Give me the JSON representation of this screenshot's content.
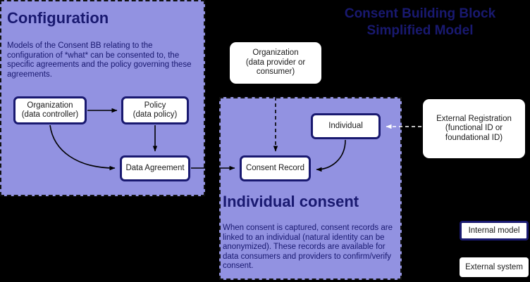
{
  "page": {
    "title_line_1": "Consent Building Block",
    "title_line_2": "Simplified Model",
    "background_color": "#000000",
    "accent_color": "#191970",
    "region_fill_color": "#9292e1"
  },
  "regions": [
    {
      "id": "configuration",
      "title": "Configuration",
      "body": "Models of the Consent BB relating to the configuration of *what* can be consented to, the specific agreements and the policy governing these agreements."
    },
    {
      "id": "individual-consent",
      "title": "Individual consent",
      "body": "When consent is captured, consent records are linked to an individual (natural identity can be anonymized). These records are available for data consumers and providers to confirm/verify consent."
    }
  ],
  "nodes": [
    {
      "id": "org-controller",
      "label_line_1": "Organization",
      "label_line_2": "(data controller)",
      "label_line_3": "",
      "style": "internal"
    },
    {
      "id": "policy",
      "label_line_1": "Policy",
      "label_line_2": "(data policy)",
      "label_line_3": "",
      "style": "internal"
    },
    {
      "id": "data-agreement",
      "label_line_1": "Data Agreement",
      "label_line_2": "",
      "label_line_3": "",
      "style": "internal"
    },
    {
      "id": "org-provider",
      "label_line_1": "Organization",
      "label_line_2": "(data provider or",
      "label_line_3": "consumer)",
      "style": "external"
    },
    {
      "id": "individual",
      "label_line_1": "Individual",
      "label_line_2": "",
      "label_line_3": "",
      "style": "internal"
    },
    {
      "id": "consent-record",
      "label_line_1": "Consent Record",
      "label_line_2": "",
      "label_line_3": "",
      "style": "internal"
    },
    {
      "id": "external-reg",
      "label_line_1": "External Registration",
      "label_line_2": "(functional ID or",
      "label_line_3": "foundational ID)",
      "style": "external"
    }
  ],
  "legend": [
    {
      "id": "internal",
      "label": "Internal model",
      "style": "solid-navy"
    },
    {
      "id": "external",
      "label": "External system",
      "style": "dashed-white"
    }
  ],
  "connectors": [
    {
      "from": "org-controller",
      "to": "policy",
      "style": "solid-black",
      "shape": "straight"
    },
    {
      "from": "org-controller",
      "to": "data-agreement",
      "style": "solid-black",
      "shape": "curved"
    },
    {
      "from": "policy",
      "to": "data-agreement",
      "style": "solid-black",
      "shape": "straight"
    },
    {
      "from": "data-agreement",
      "to": "consent-record",
      "style": "solid-black",
      "shape": "straight"
    },
    {
      "from": "org-provider",
      "to": "consent-record",
      "style": "dashed-black",
      "shape": "straight"
    },
    {
      "from": "individual",
      "to": "consent-record",
      "style": "solid-black",
      "shape": "curved"
    },
    {
      "from": "external-reg",
      "to": "individual",
      "style": "dashed-white",
      "shape": "straight"
    }
  ]
}
